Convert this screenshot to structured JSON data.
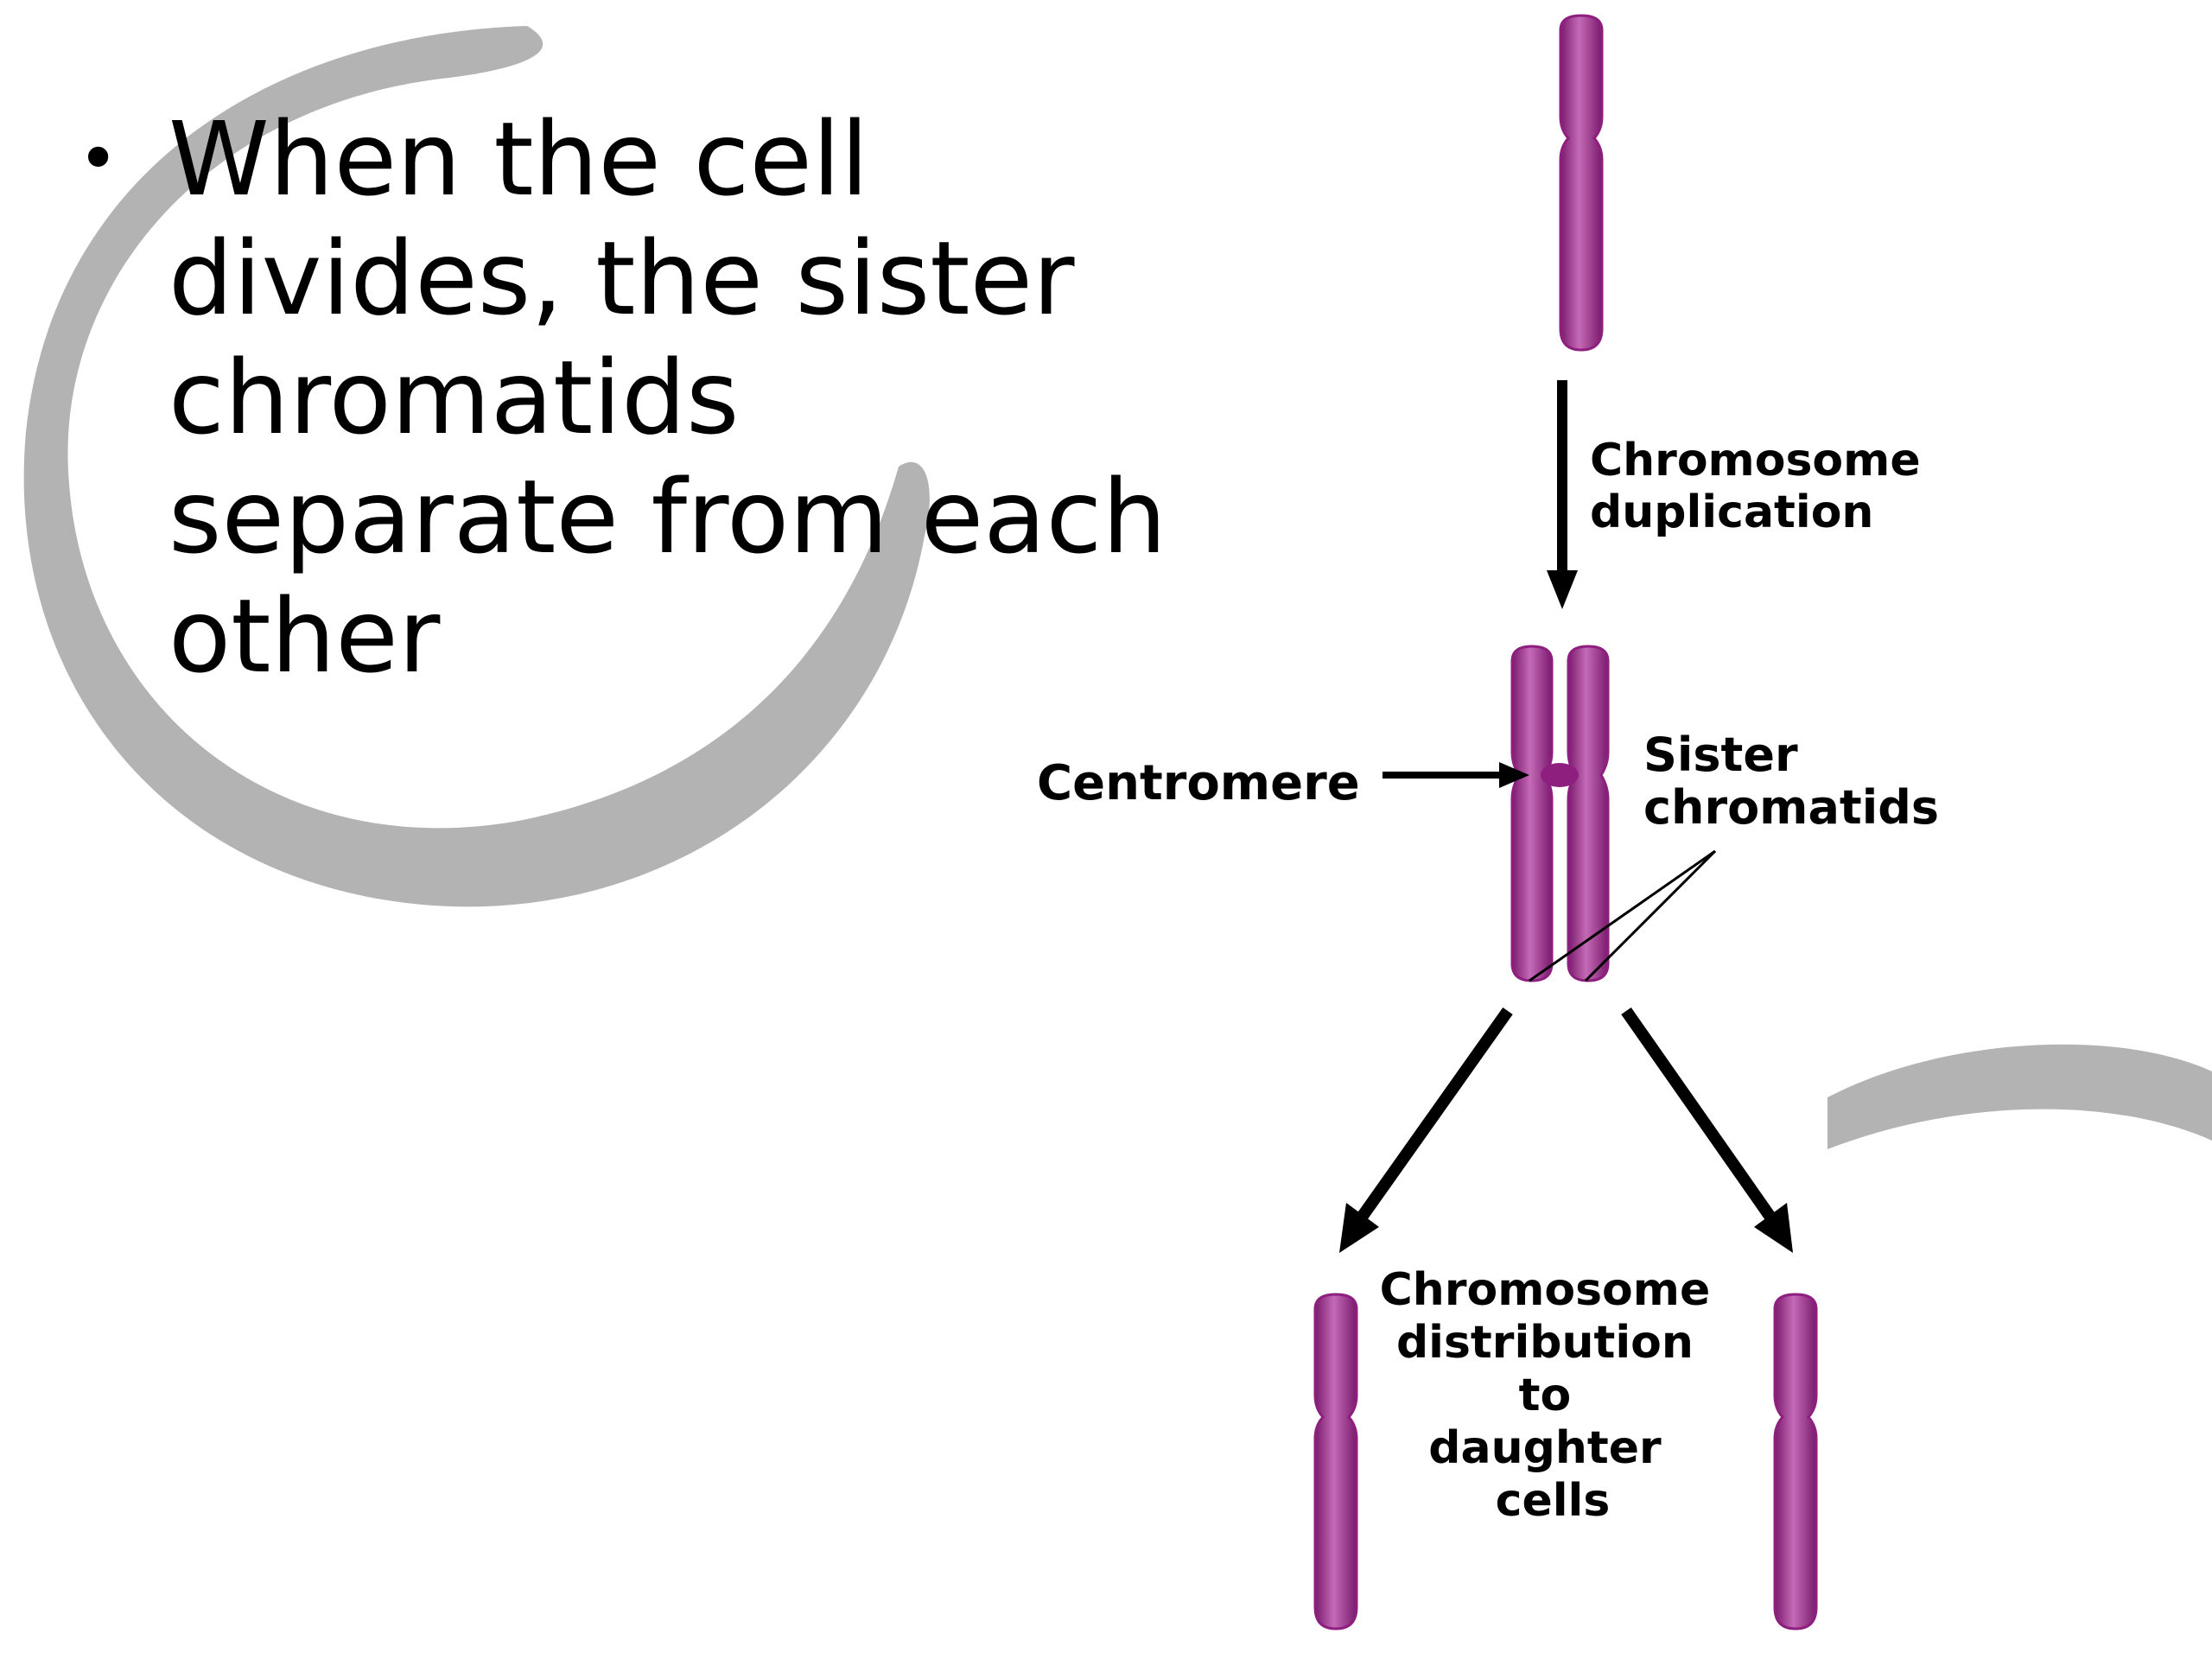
{
  "slide": {
    "bullet_text": "When the cell divides, the sister chromatids separate from each other",
    "bullet_symbol": "•"
  },
  "diagram": {
    "labels": {
      "duplication": [
        "Chromosome",
        "duplication"
      ],
      "centromere": "Centromere",
      "sister": [
        "Sister",
        "chromatids"
      ],
      "distribution": [
        "Chromosome",
        "distribution",
        "to",
        "daughter",
        "cells"
      ]
    }
  },
  "colors": {
    "chromosome": "#8e1f7f",
    "chromosome_highlight": "#c46ab6",
    "decor_swirl": "#b3b3b3",
    "arrow": "#000000"
  }
}
